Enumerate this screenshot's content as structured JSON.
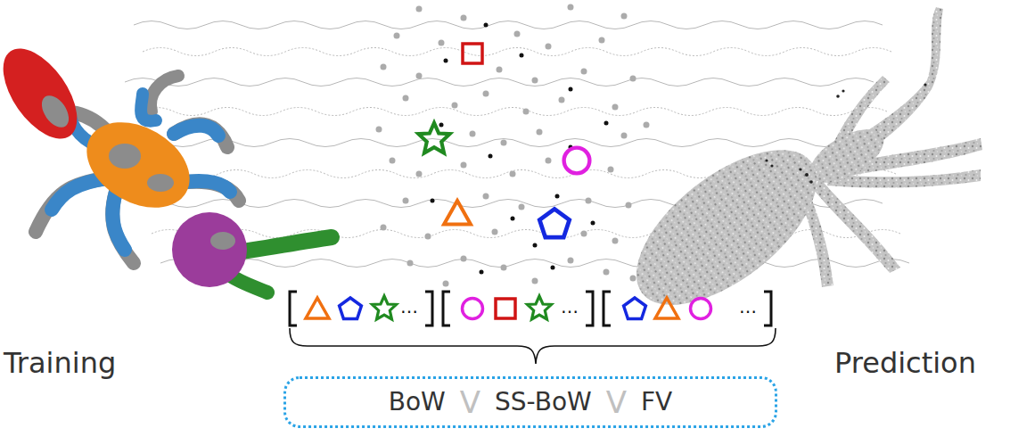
{
  "diagram": {
    "nodes": [
      {
        "text": [
          "BoW",
          "V",
          "SS-BoW",
          "V",
          "FV"
        ]
      }
    ],
    "labels": [
      "Training",
      "Prediction",
      "…",
      "…",
      "…"
    ]
  }
}
